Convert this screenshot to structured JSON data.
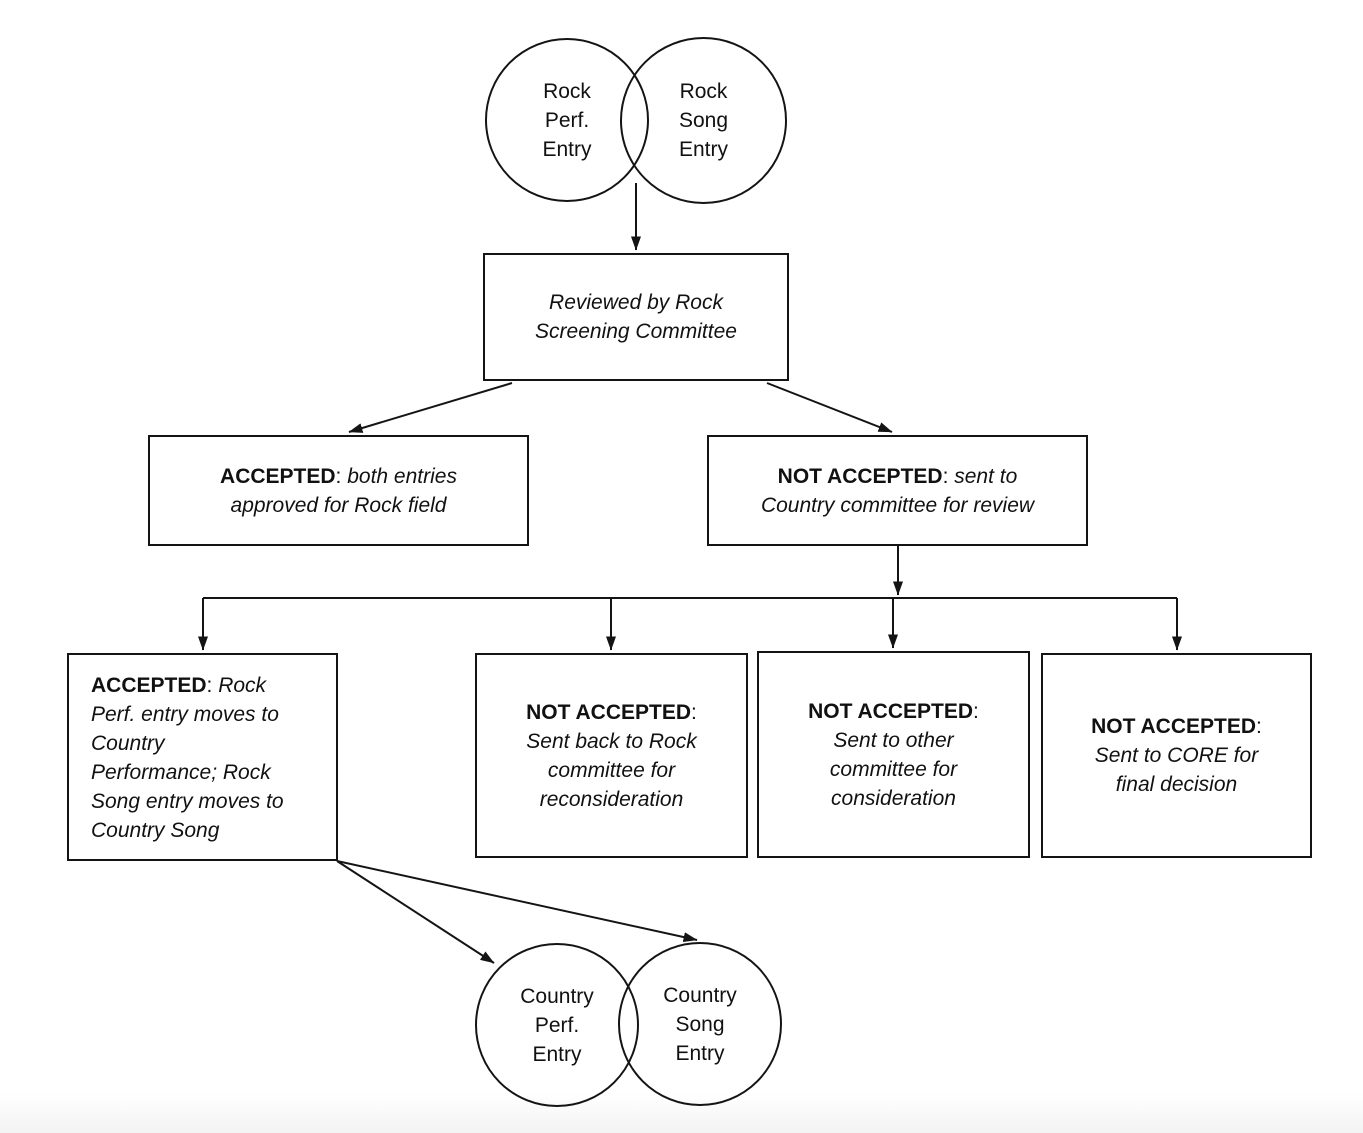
{
  "colors": {
    "stroke": "#141414",
    "text": "#111111",
    "background": "#ffffff"
  },
  "venn_top": {
    "left_circle": {
      "lines": "Rock\nPerf.\nEntry"
    },
    "right_circle": {
      "lines": "Rock\nSong\nEntry"
    }
  },
  "review_box": {
    "text": "Reviewed by Rock\nScreening Committee"
  },
  "level2": {
    "accepted": {
      "prefix": "ACCEPTED",
      "sep": ":",
      "body": " both entries\napproved for Rock field"
    },
    "not_accepted": {
      "prefix": "NOT ACCEPTED",
      "sep": ":",
      "body": " sent to\nCountry committee for review"
    }
  },
  "level3": {
    "accepted_moves": {
      "prefix": "ACCEPTED",
      "sep": ":",
      "body": " Rock\nPerf. entry moves to\nCountry\nPerformance; Rock\nSong entry moves to\nCountry Song"
    },
    "back_to_rock": {
      "prefix": "NOT ACCEPTED",
      "sep": ":",
      "body": "\nSent back to Rock\ncommittee for\nreconsideration"
    },
    "other_committee": {
      "prefix": "NOT ACCEPTED",
      "sep": ":",
      "body": "\nSent to other\ncommittee for\nconsideration"
    },
    "core": {
      "prefix": "NOT ACCEPTED",
      "sep": ":",
      "body": "\nSent to CORE for\nfinal decision"
    }
  },
  "venn_bottom": {
    "left_circle": {
      "lines": "Country\nPerf.\nEntry"
    },
    "right_circle": {
      "lines": "Country\nSong\nEntry"
    }
  }
}
